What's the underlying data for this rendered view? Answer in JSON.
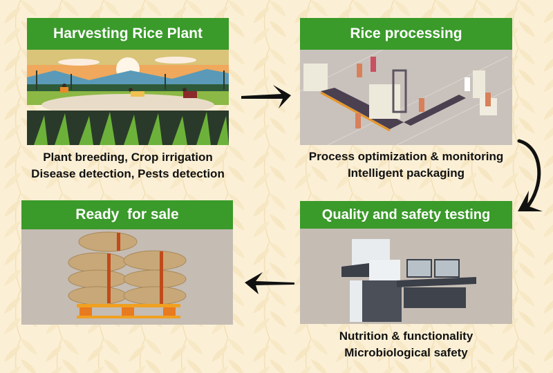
{
  "diagram": {
    "title": "Rice production flow with applications at each stage",
    "colors": {
      "header_green": "#3a9a2a",
      "header_text": "#ffffff",
      "background": "#fbf0d6",
      "image_gray": "#c5bcb4",
      "arrow": "#111111"
    },
    "steps": [
      {
        "id": "harvesting",
        "title": "Harvesting Rice Plant",
        "image": "rice-field-farmers-illustration",
        "captions": [
          "Plant breeding, Crop irrigation",
          "Disease detection, Pests detection"
        ]
      },
      {
        "id": "processing",
        "title": "Rice processing",
        "image": "factory-conveyor-illustration",
        "captions": [
          "Process optimization & monitoring",
          "Intelligent packaging"
        ]
      },
      {
        "id": "quality",
        "title": "Quality and safety testing",
        "image": "lab-instrument-workstation-illustration",
        "captions": [
          "Nutrition & functionality",
          "Microbiological safety"
        ]
      },
      {
        "id": "sale",
        "title": "Ready  for sale",
        "image": "rice-sacks-on-pallet-illustration",
        "captions": []
      }
    ],
    "arrows": [
      {
        "from": "harvesting",
        "to": "processing",
        "icon": "arrow-right-icon"
      },
      {
        "from": "processing",
        "to": "quality",
        "icon": "curved-arrow-down-icon"
      },
      {
        "from": "quality",
        "to": "sale",
        "icon": "arrow-left-icon"
      }
    ]
  }
}
